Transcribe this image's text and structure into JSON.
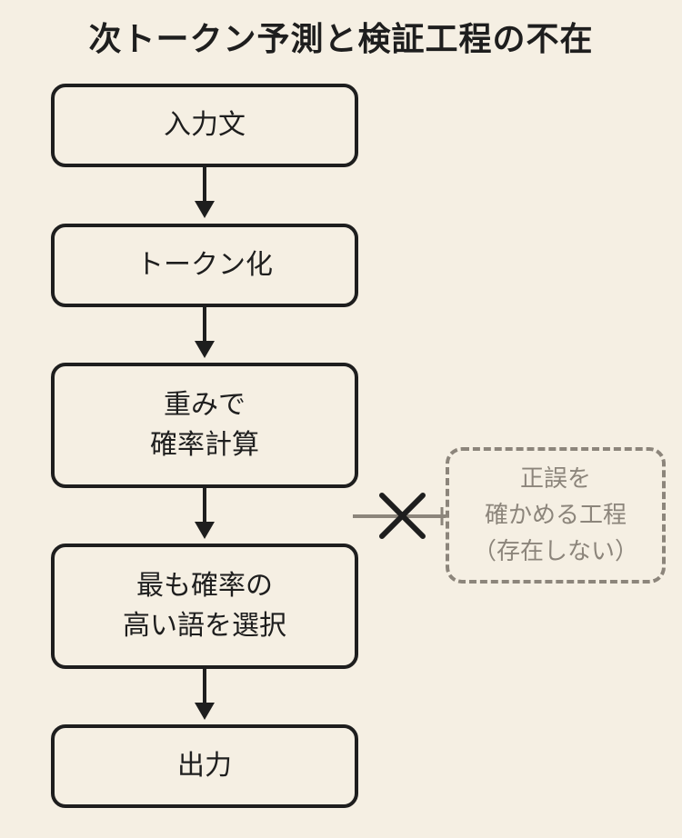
{
  "title": "次トークン予測と検証工程の不在",
  "steps": [
    {
      "lines": [
        "入力文"
      ]
    },
    {
      "lines": [
        "トークン化"
      ]
    },
    {
      "lines": [
        "重みで",
        "確率計算"
      ]
    },
    {
      "lines": [
        "最も確率の",
        "高い語を選択"
      ]
    },
    {
      "lines": [
        "出力"
      ]
    }
  ],
  "missing_step": {
    "lines": [
      "正誤を",
      "確かめる工程",
      "（存在しない）"
    ]
  },
  "colors": {
    "background": "#f5efe3",
    "stroke": "#1e1e1e",
    "muted": "#8c857b"
  }
}
